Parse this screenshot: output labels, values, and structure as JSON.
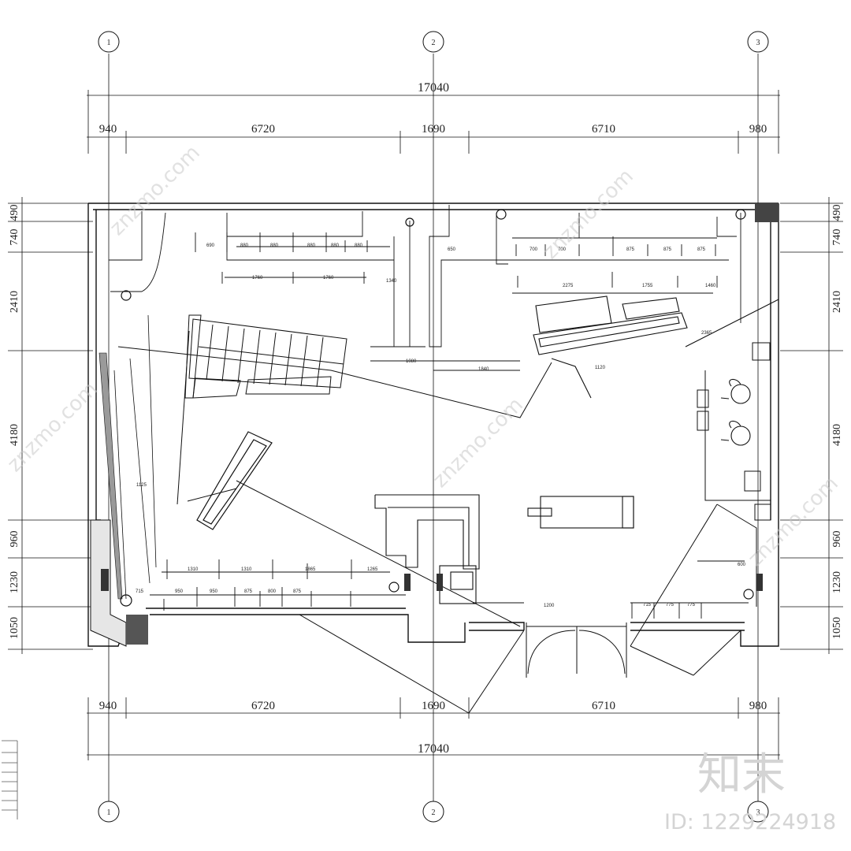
{
  "grid_axes": [
    "1",
    "2",
    "3"
  ],
  "dimensions": {
    "total": "17040",
    "segments": [
      "940",
      "6720",
      "1690",
      "6710",
      "980"
    ],
    "side_segments": [
      "490",
      "740",
      "2410",
      "4180",
      "960",
      "1230",
      "1050"
    ]
  },
  "interior_labels": {
    "top_left_row": [
      "690",
      "880",
      "880",
      "880",
      "880",
      "880"
    ],
    "top_left_row2": [
      "1760",
      "1760"
    ],
    "top_right_row": [
      "650",
      "700",
      "700",
      "875",
      "875",
      "875"
    ],
    "top_right_row2": [
      "2275",
      "1755",
      "1460"
    ],
    "bottom_left_row": [
      "1310",
      "1310",
      "1865",
      "1265"
    ],
    "bottom_left_row2": [
      "950",
      "950",
      "875",
      "800",
      "875"
    ],
    "bottom_right_row": [
      "715",
      "775",
      "775"
    ],
    "door_label": "1200",
    "misc": [
      "1340",
      "1080",
      "1840",
      "2365",
      "1120",
      "600",
      "715",
      "1125"
    ]
  },
  "watermark": {
    "site": "znzmo.com",
    "brand": "知末",
    "id_text": "ID: 1229224918"
  }
}
